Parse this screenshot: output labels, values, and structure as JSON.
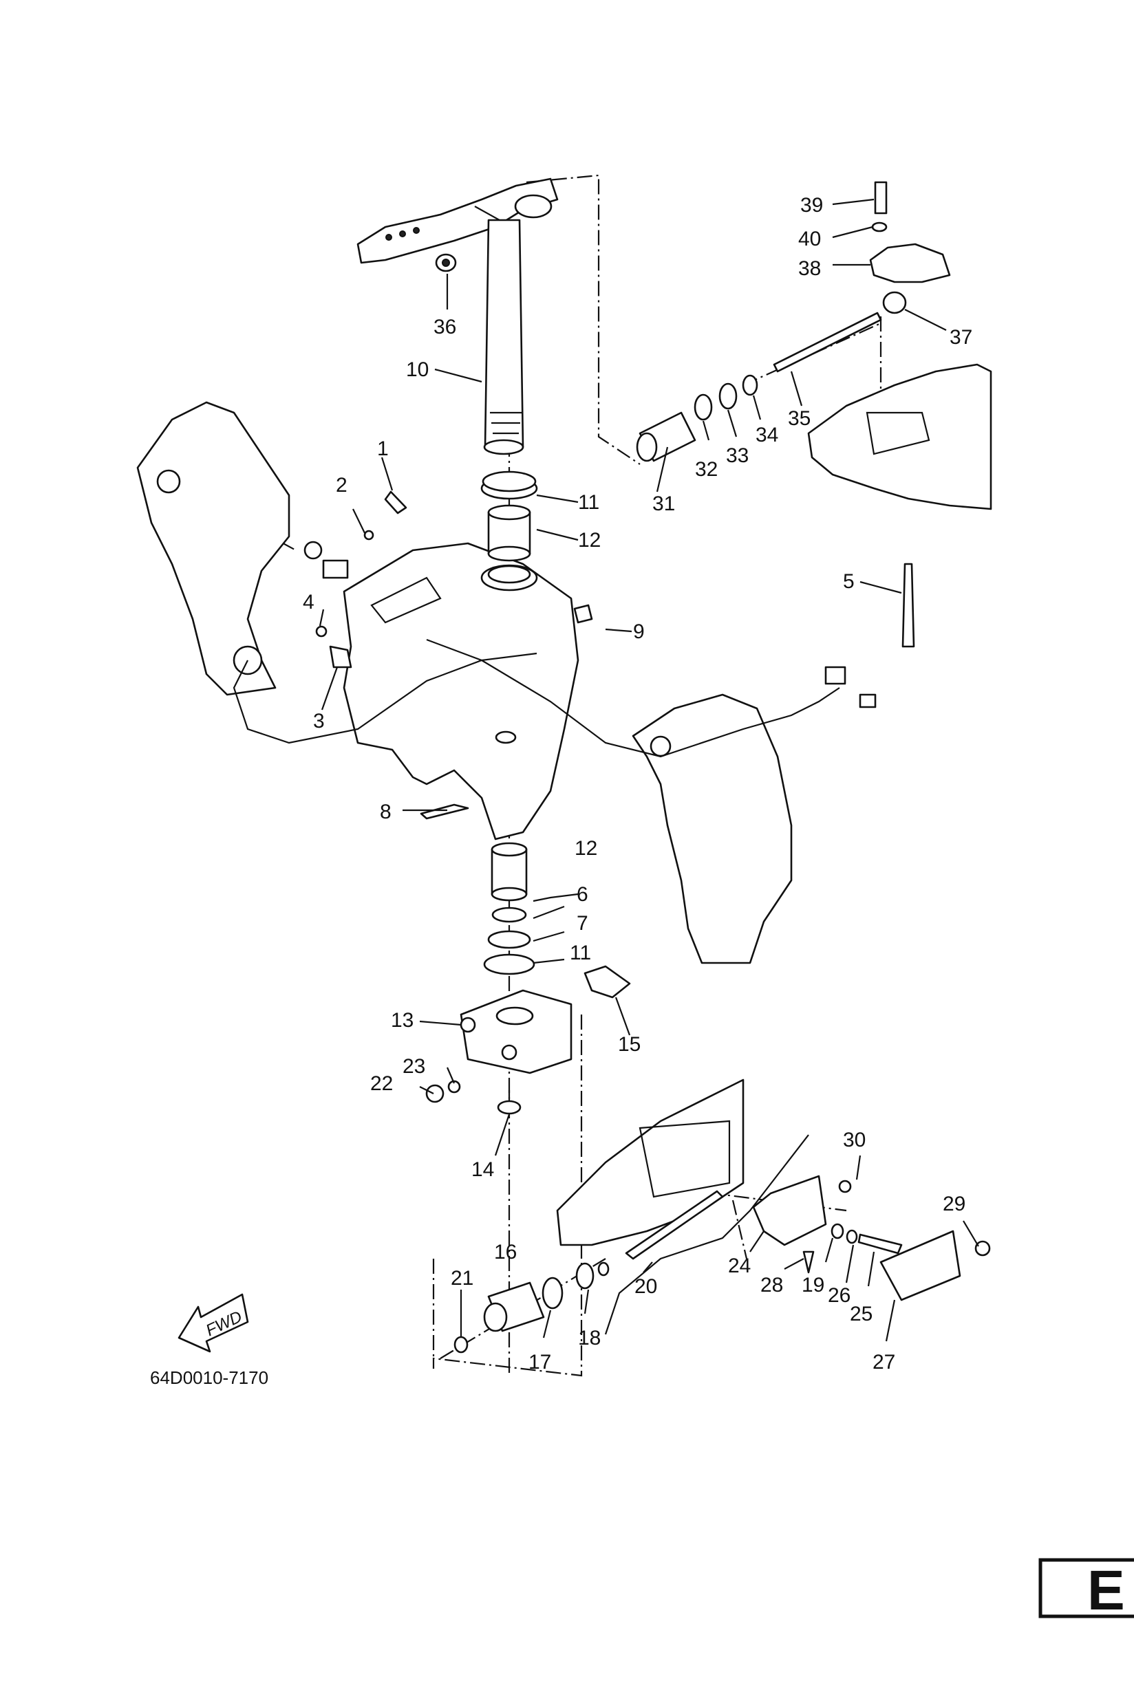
{
  "diagram": {
    "drawing_code": "64D0010-7170",
    "fwd_label": "FWD",
    "corner_letter": "E",
    "part_numbers": [
      "1",
      "2",
      "3",
      "4",
      "5",
      "6",
      "7",
      "8",
      "9",
      "10",
      "11",
      "11",
      "12",
      "12",
      "13",
      "14",
      "15",
      "16",
      "17",
      "18",
      "19",
      "20",
      "21",
      "22",
      "23",
      "24",
      "25",
      "26",
      "27",
      "28",
      "29",
      "30",
      "31",
      "32",
      "33",
      "34",
      "35",
      "36",
      "37",
      "38",
      "39",
      "40"
    ]
  }
}
